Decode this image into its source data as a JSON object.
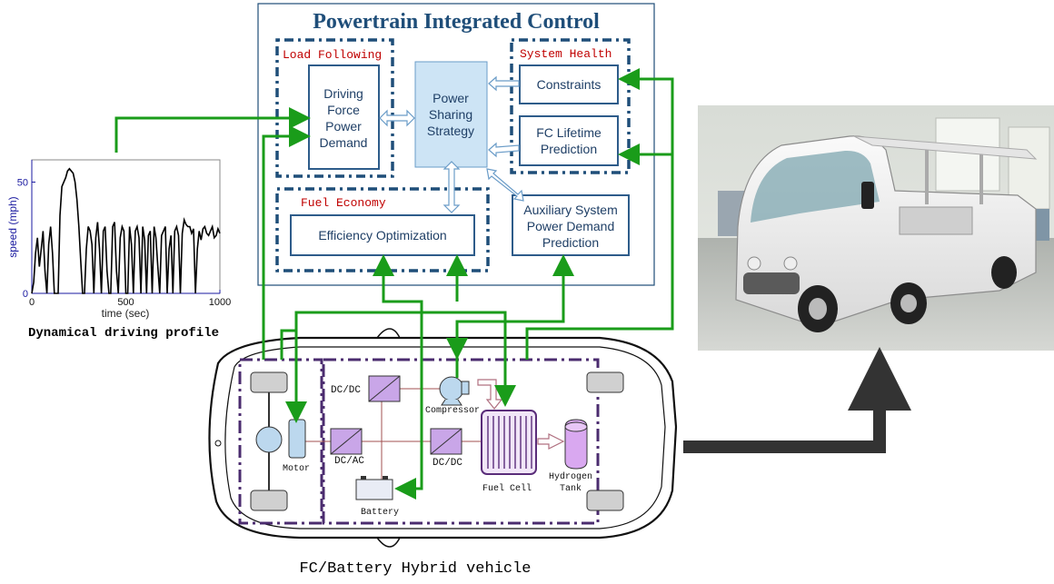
{
  "colors": {
    "frame_border": "#1f4e79",
    "title": "#1f4e79",
    "block_border": "#2e5c8a",
    "block_text": "#1f3f66",
    "group_label": "#c00000",
    "strategy_fill": "#cde4f5",
    "green_line": "#1a9c1a",
    "purple_dash": "#4b2c6f",
    "converter_fill": "#c9a6e8",
    "red_wire": "#a05050",
    "pink_arrow": "#b07080",
    "dark_arrow": "#333333",
    "plot_axis": "#1a1aa0"
  },
  "control": {
    "title": "Powertrain Integrated Control",
    "groups": {
      "load_following": "Load Following",
      "system_health": "System Health",
      "fuel_economy": "Fuel Economy"
    },
    "blocks": {
      "driving_force": [
        "Driving",
        "Force",
        "Power",
        "Demand"
      ],
      "power_sharing": [
        "Power",
        "Sharing",
        "Strategy"
      ],
      "constraints": "Constraints",
      "fc_lifetime": [
        "FC Lifetime",
        "Prediction"
      ],
      "efficiency": "Efficiency Optimization",
      "auxiliary": [
        "Auxiliary System",
        "Power Demand",
        "Prediction"
      ]
    }
  },
  "chart_data": {
    "type": "line",
    "title": "",
    "xlabel": "time (sec)",
    "ylabel": "speed (mph)",
    "xlim": [
      0,
      1000
    ],
    "ylim": [
      0,
      60
    ],
    "x_ticks": [
      "0",
      "500",
      "1000"
    ],
    "y_ticks": [
      "0",
      "50"
    ],
    "x": [
      0,
      10,
      20,
      30,
      40,
      50,
      60,
      70,
      80,
      90,
      100,
      110,
      120,
      130,
      140,
      150,
      160,
      170,
      180,
      190,
      200,
      210,
      220,
      230,
      240,
      250,
      260,
      270,
      280,
      290,
      300,
      310,
      320,
      330,
      340,
      350,
      360,
      370,
      380,
      390,
      400,
      410,
      420,
      430,
      440,
      450,
      460,
      470,
      480,
      490,
      500,
      510,
      520,
      530,
      540,
      550,
      560,
      570,
      580,
      590,
      600,
      610,
      620,
      630,
      640,
      650,
      660,
      670,
      680,
      690,
      700,
      710,
      720,
      730,
      740,
      750,
      760,
      770,
      780,
      790,
      800,
      810,
      820,
      830,
      840,
      850,
      860,
      870,
      880,
      890,
      900,
      910,
      920,
      930,
      940,
      950,
      960,
      970,
      980,
      990,
      1000
    ],
    "y": [
      0,
      5,
      18,
      25,
      12,
      20,
      28,
      10,
      0,
      22,
      30,
      18,
      0,
      0,
      0,
      35,
      48,
      50,
      52,
      55,
      56,
      55,
      54,
      50,
      42,
      30,
      15,
      0,
      0,
      20,
      30,
      28,
      22,
      0,
      25,
      32,
      20,
      0,
      28,
      30,
      10,
      0,
      0,
      30,
      32,
      10,
      0,
      25,
      30,
      28,
      0,
      0,
      30,
      22,
      0,
      28,
      30,
      25,
      0,
      30,
      24,
      0,
      26,
      28,
      0,
      30,
      25,
      12,
      0,
      26,
      28,
      30,
      0,
      20,
      26,
      0,
      28,
      30,
      26,
      0,
      27,
      33,
      31,
      30,
      30,
      27,
      29,
      0,
      20,
      28,
      24,
      29,
      30,
      27,
      26,
      28,
      30,
      25,
      26,
      29,
      27
    ]
  },
  "plot_caption": "Dynamical driving profile",
  "vehicle": {
    "caption": "FC/Battery Hybrid vehicle",
    "labels": {
      "dcdc_top": "DC/DC",
      "compressor": "Compressor",
      "motor": "Motor",
      "dcac": "DC/AC",
      "dcdc_mid": "DC/DC",
      "fuel_cell": "Fuel Cell",
      "hydrogen": [
        "Hydrogen",
        "Tank"
      ],
      "battery": "Battery"
    }
  },
  "photo": {
    "subject": "electric-shuttle-cart"
  }
}
